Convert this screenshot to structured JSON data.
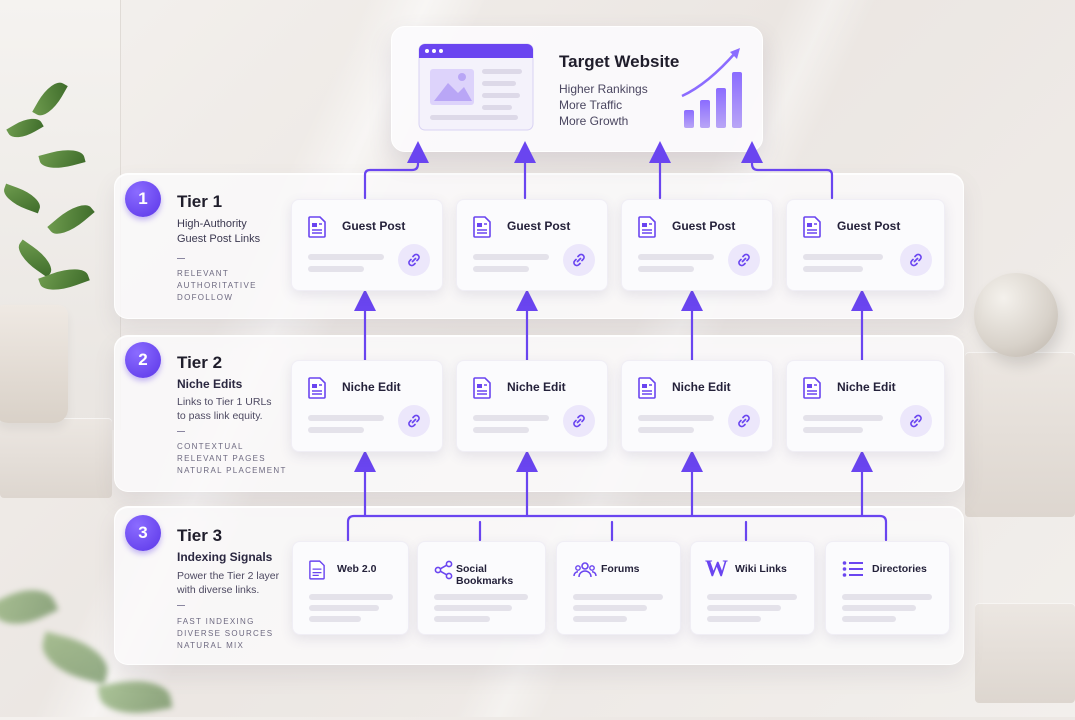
{
  "target": {
    "title": "Target Website",
    "benefits": [
      "Higher Rankings",
      "More Traffic",
      "More Growth"
    ]
  },
  "tiers": [
    {
      "number": "1",
      "title": "Tier 1",
      "subtitle_lines": [
        "High-Authority",
        "Guest Post Links"
      ],
      "tags": [
        "RELEVANT",
        "AUTHORITATIVE",
        "DOFOLLOW"
      ],
      "cards": [
        "Guest Post",
        "Guest Post",
        "Guest Post",
        "Guest Post"
      ]
    },
    {
      "number": "2",
      "title": "Tier 2",
      "subtitle": "Niche Edits",
      "description_lines": [
        "Links to Tier 1 URLs",
        "to pass link equity."
      ],
      "tags": [
        "CONTEXTUAL",
        "RELEVANT PAGES",
        "NATURAL PLACEMENT"
      ],
      "cards": [
        "Niche Edit",
        "Niche Edit",
        "Niche Edit",
        "Niche Edit"
      ]
    },
    {
      "number": "3",
      "title": "Tier 3",
      "subtitle": "Indexing Signals",
      "description_lines": [
        "Power the Tier 2 layer",
        "with diverse links."
      ],
      "tags": [
        "FAST INDEXING",
        "DIVERSE SOURCES",
        "NATURAL MIX"
      ],
      "cards": [
        {
          "label": "Web 2.0",
          "icon": "document-icon"
        },
        {
          "label": "Social Bookmarks",
          "icon": "share-icon"
        },
        {
          "label": "Forums",
          "icon": "users-icon"
        },
        {
          "label": "Wiki Links",
          "icon": "wikipedia-icon"
        },
        {
          "label": "Directories",
          "icon": "list-icon"
        }
      ]
    }
  ],
  "colors": {
    "accent": "#6a45f0",
    "accent_light": "#ece7fb",
    "text_dark": "#1f1d2b",
    "bar": "#e4e2ea"
  }
}
